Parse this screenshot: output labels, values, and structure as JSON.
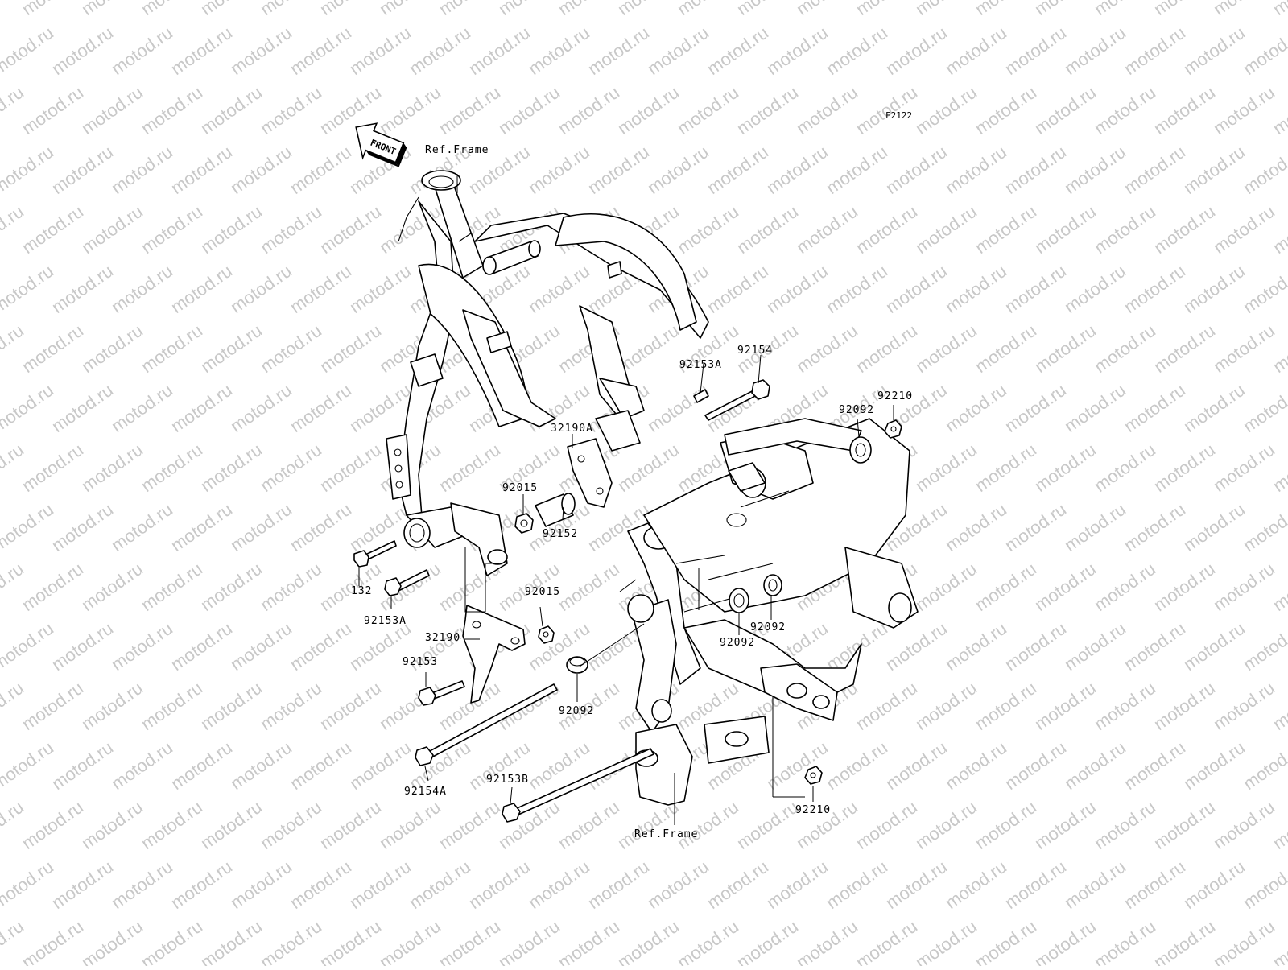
{
  "diagram": {
    "code": "F2122",
    "front_arrow_label": "FRONT",
    "watermark": "motod.ru",
    "ref_frame_top": "Ref.Frame",
    "ref_frame_bottom": "Ref.Frame",
    "parts": {
      "p92153A_top": "92153A",
      "p92154": "92154",
      "p92210_top": "92210",
      "p92092_top": "92092",
      "p32190A": "32190A",
      "p92015_upper": "92015",
      "p92152": "92152",
      "p132": "132",
      "p92153A_left": "92153A",
      "p92015_lower": "92015",
      "p32190": "32190",
      "p92153": "92153",
      "p92092_mid_right": "92092",
      "p92092_mid_left": "92092",
      "p92092_bottom": "92092",
      "p92154A": "92154A",
      "p92153B": "92153B",
      "p92210_bottom": "92210"
    }
  }
}
